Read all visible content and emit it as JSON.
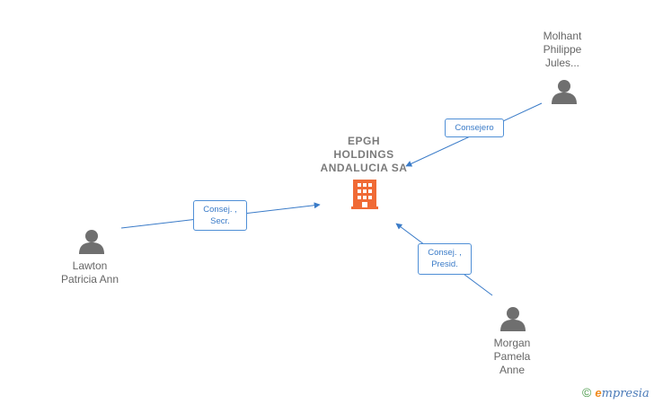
{
  "center": {
    "name_lines": [
      "EPGH",
      "HOLDINGS",
      "ANDALUCIA SA"
    ],
    "icon": "building-icon",
    "icon_color": "#f06a35"
  },
  "people": [
    {
      "id": "molhant",
      "name_lines": [
        "Molhant",
        "Philippe",
        "Jules..."
      ],
      "role_lines": [
        "Consejero"
      ],
      "icon": "person-icon"
    },
    {
      "id": "lawton",
      "name_lines": [
        "Lawton",
        "Patricia Ann"
      ],
      "role_lines": [
        "Consej. ,",
        "Secr."
      ],
      "icon": "person-icon"
    },
    {
      "id": "morgan",
      "name_lines": [
        "Morgan",
        "Pamela",
        "Anne"
      ],
      "role_lines": [
        "Consej. ,",
        "Presid."
      ],
      "icon": "person-icon"
    }
  ],
  "colors": {
    "edge": "#3a7bc8",
    "person": "#6f6f6f",
    "role_border": "#4f8fd6"
  },
  "watermark": {
    "copyright": "©",
    "brand_first": "e",
    "brand_rest": "mpresia"
  }
}
